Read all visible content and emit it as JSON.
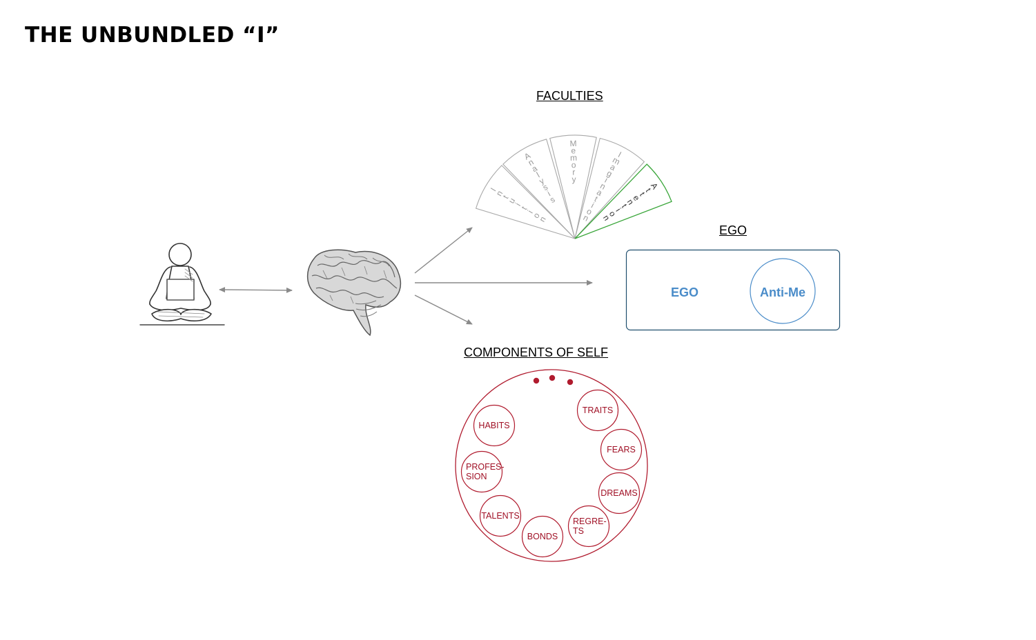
{
  "title": "THE UNBUNDLED “I”",
  "faculties": {
    "label": "FACULTIES",
    "items": [
      "Intuition",
      "Analysis",
      "Memory",
      "Imagination",
      "Attention"
    ],
    "highlighted": "Attention",
    "highlight_color": "#3aa63a",
    "line_color": "#a8a8a8"
  },
  "ego": {
    "label": "EGO",
    "ego_text": "EGO",
    "anti_me_text": "Anti-Me",
    "border_color": "#1f4e6e",
    "text_color": "#4a8cc9"
  },
  "components": {
    "label": "COMPONENTS OF SELF",
    "color": "#b01b2e",
    "items": [
      [
        "HABITS"
      ],
      [
        "PROFES-",
        "SION"
      ],
      [
        "TALENTS"
      ],
      [
        "BONDS"
      ],
      [
        "REGRE-",
        "TS"
      ],
      [
        "DREAMS"
      ],
      [
        "FEARS"
      ],
      [
        "TRAITS"
      ]
    ]
  },
  "icons": [
    "meditating-person-icon",
    "brain-icon"
  ]
}
